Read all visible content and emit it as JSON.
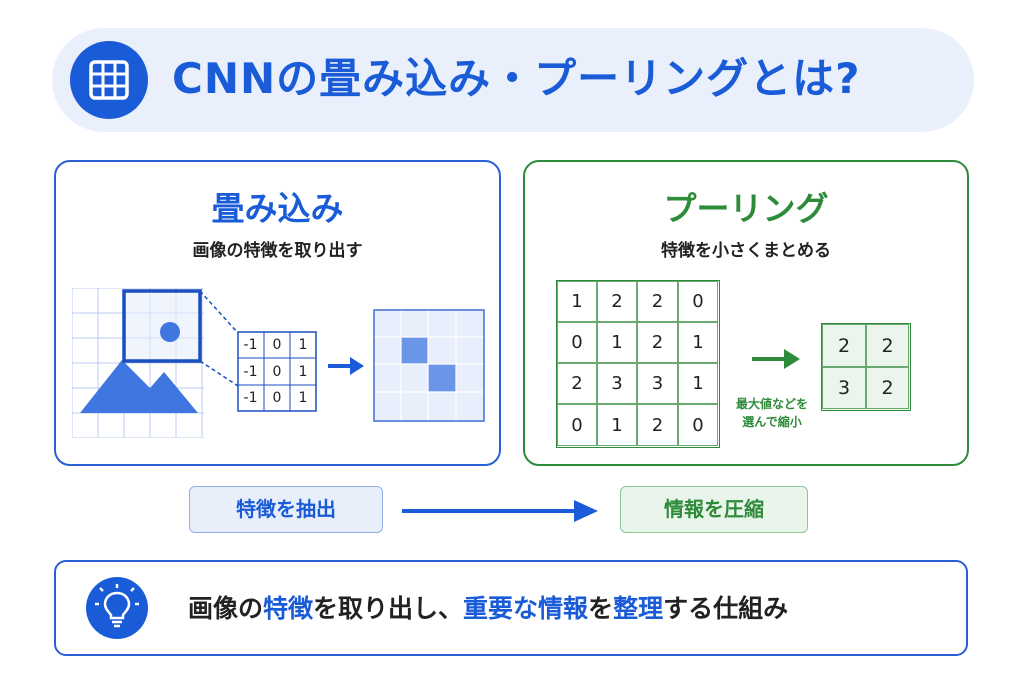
{
  "header": {
    "title": "CNNの畳み込み・プーリングとは?",
    "icon": "grid-icon",
    "accent_color": "#1a5bd8"
  },
  "convolution": {
    "title": "畳み込み",
    "subtitle": "画像の特徴を取り出す",
    "kernel": [
      [
        "-1",
        "0",
        "1"
      ],
      [
        "-1",
        "0",
        "1"
      ],
      [
        "-1",
        "0",
        "1"
      ]
    ],
    "tag": "特徴を抽出",
    "color": "#1a5bd8"
  },
  "pooling": {
    "title": "プーリング",
    "subtitle": "特徴を小さくまとめる",
    "input_grid": [
      [
        "1",
        "2",
        "2",
        "0"
      ],
      [
        "0",
        "1",
        "2",
        "1"
      ],
      [
        "2",
        "3",
        "3",
        "1"
      ],
      [
        "0",
        "1",
        "2",
        "0"
      ]
    ],
    "output_grid": [
      [
        "2",
        "2"
      ],
      [
        "3",
        "2"
      ]
    ],
    "note_line1": "最大値などを",
    "note_line2": "選んで縮小",
    "tag": "情報を圧縮",
    "color": "#2e8b3a"
  },
  "summary": {
    "icon": "lightbulb-icon",
    "parts": [
      {
        "text": "画像の",
        "highlight": false
      },
      {
        "text": "特徴",
        "highlight": true
      },
      {
        "text": "を取り出し、",
        "highlight": false
      },
      {
        "text": "重要な情報",
        "highlight": true
      },
      {
        "text": "を",
        "highlight": false
      },
      {
        "text": "整理",
        "highlight": true
      },
      {
        "text": "する仕組み",
        "highlight": false
      }
    ]
  }
}
